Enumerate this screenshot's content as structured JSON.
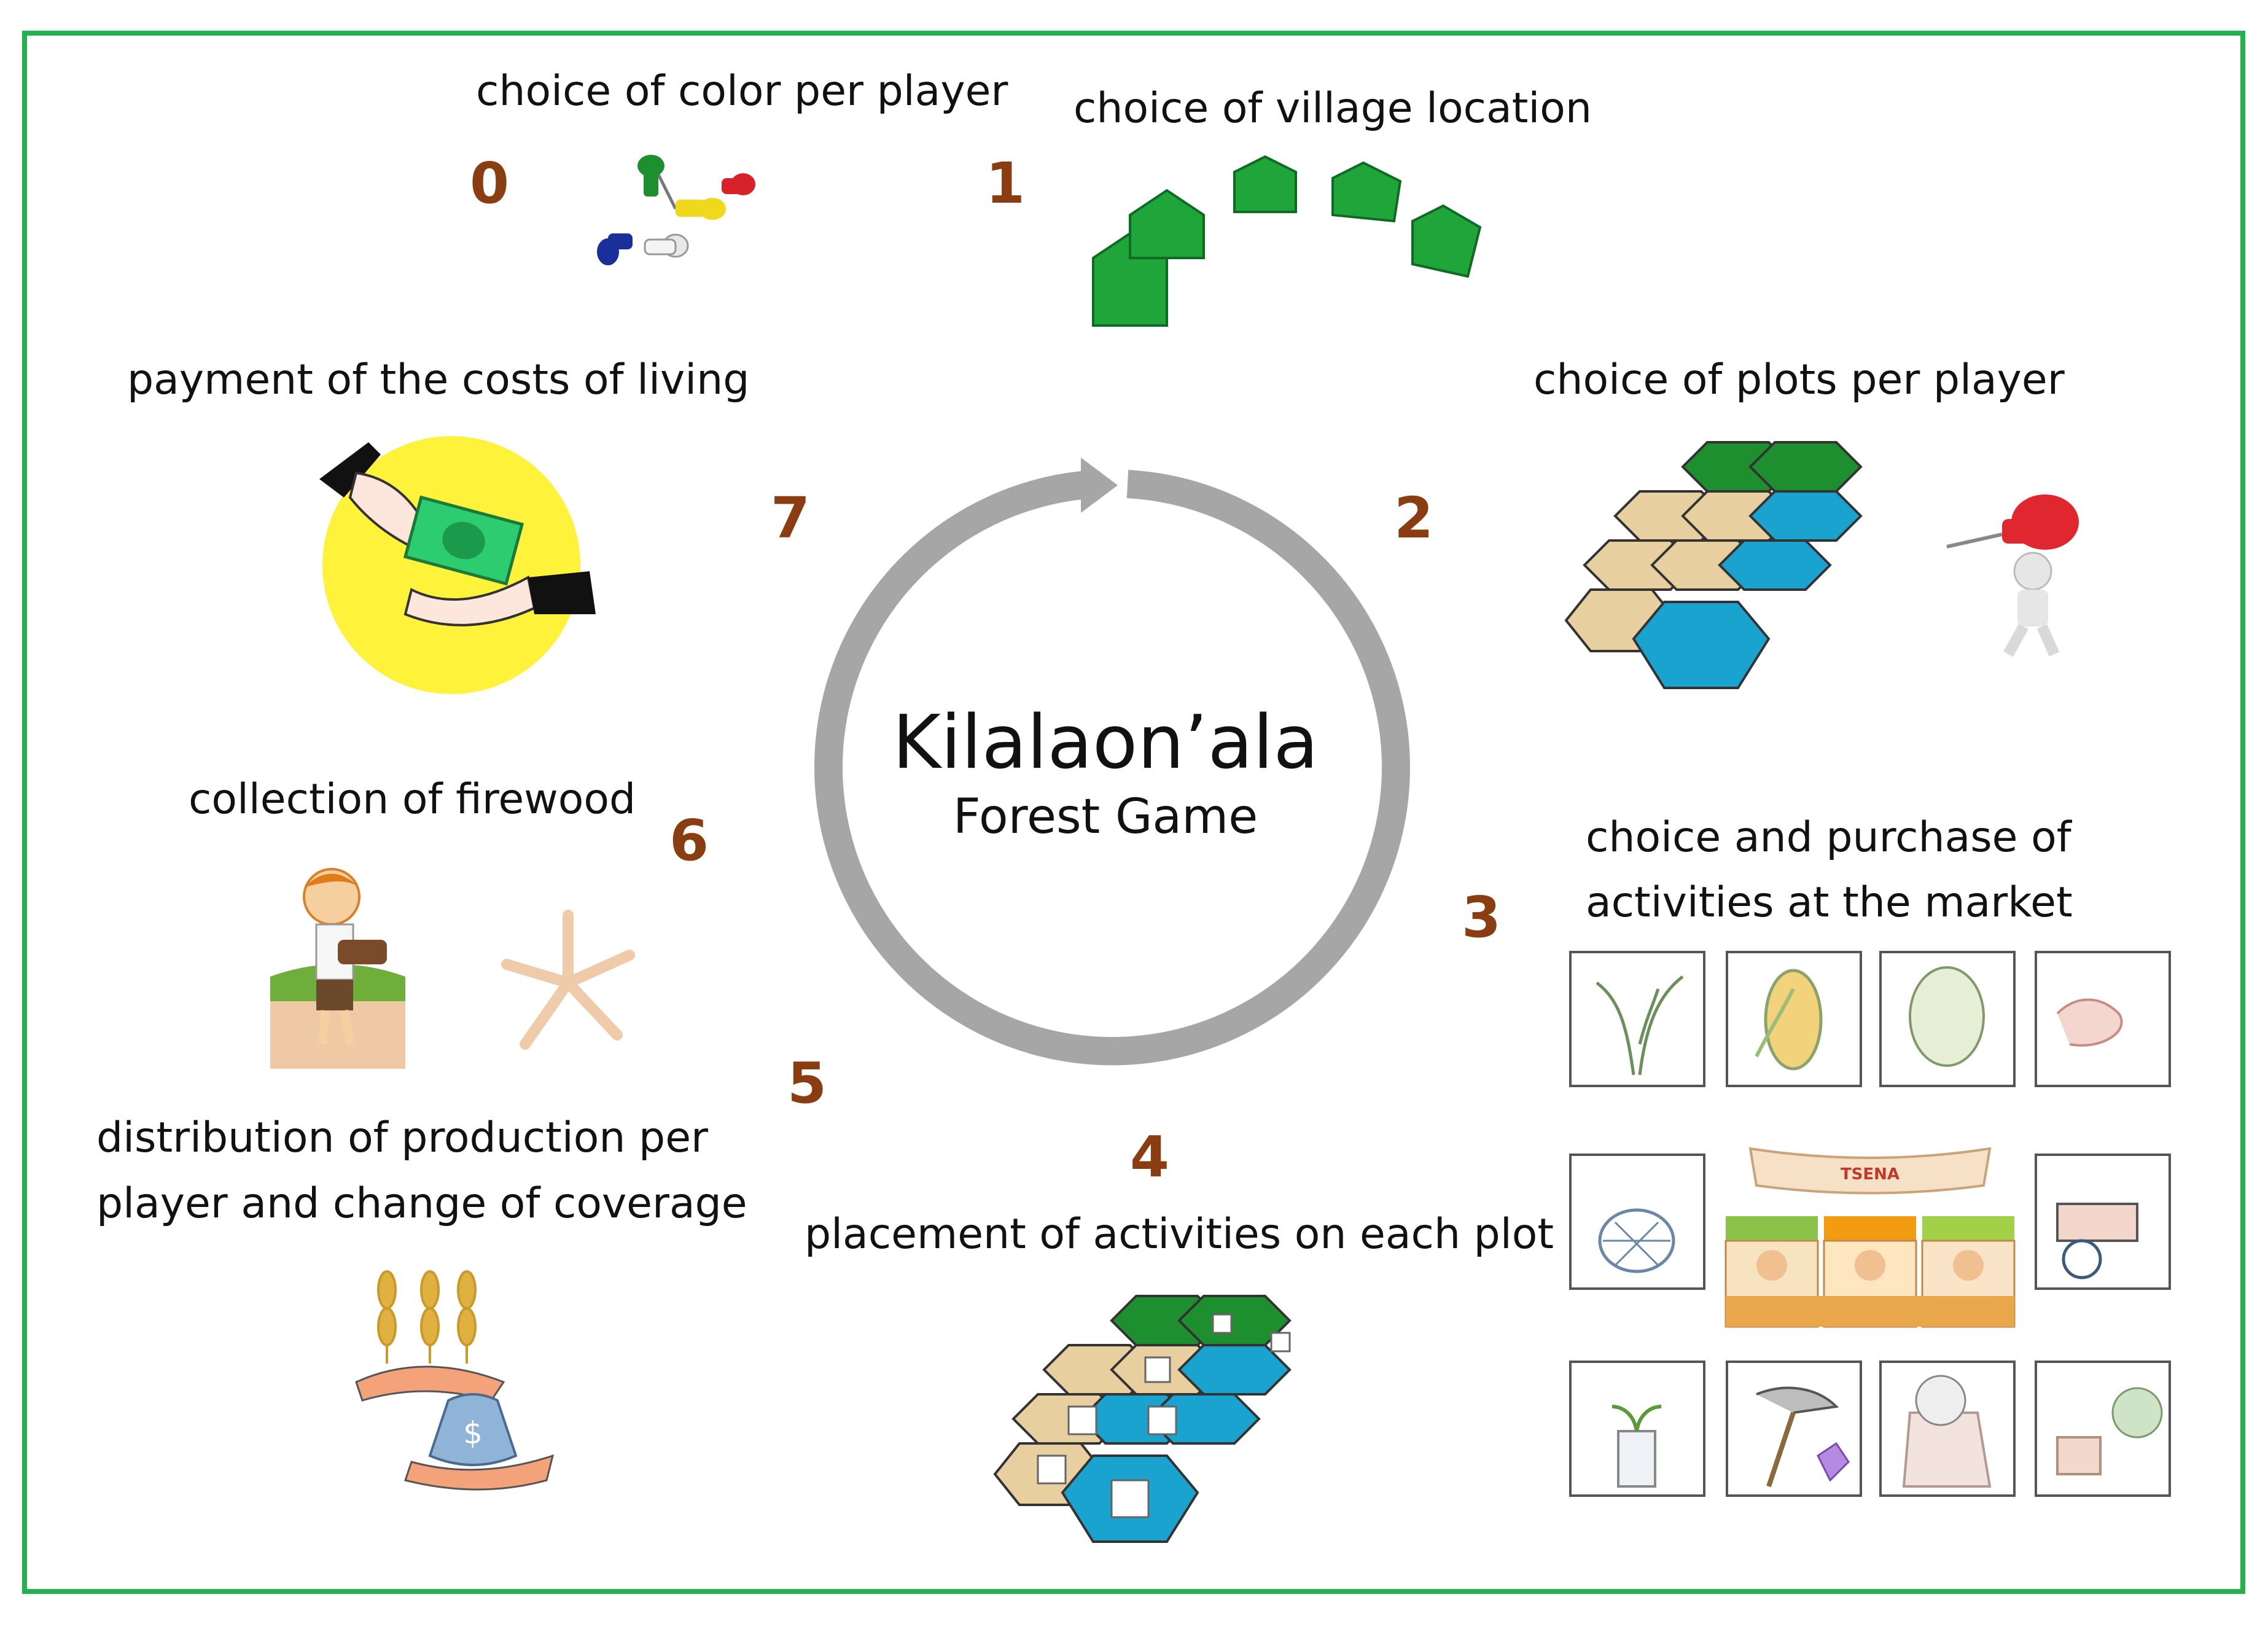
{
  "title": "Kilalaon’ala",
  "subtitle": "Forest Game",
  "steps": [
    {
      "number": "0",
      "label": "choice of color per player"
    },
    {
      "number": "1",
      "label": "choice of village location"
    },
    {
      "number": "2",
      "label": "choice of plots per player"
    },
    {
      "number": "3",
      "label_line1": "choice and purchase of",
      "label_line2": "activities at the market"
    },
    {
      "number": "4",
      "label": "placement of activities on each plot"
    },
    {
      "number": "5",
      "label_line1": "distribution of production per",
      "label_line2": "player and change of coverage"
    },
    {
      "number": "6",
      "label": "collection of firewood"
    },
    {
      "number": "7",
      "label": "payment of the costs of living"
    }
  ],
  "market_sign": "TSENA",
  "colors": {
    "frame": "#22b14c",
    "number": "#8b3d12",
    "cycle_arrow": "#a6a6a6",
    "forest_hex": "#1e8f2e",
    "savanna_hex": "#e8cfa0",
    "water_hex": "#1aa3cf",
    "house": "#1fa53a",
    "coin_circle": "#fff23a"
  },
  "icons": [
    "pushpins-icon",
    "green-houses-icon",
    "hex-plots-icon",
    "pushpin-figure-icon",
    "market-tiles-icon",
    "money-exchange-icon",
    "firewood-icon",
    "harvest-money-icon"
  ]
}
